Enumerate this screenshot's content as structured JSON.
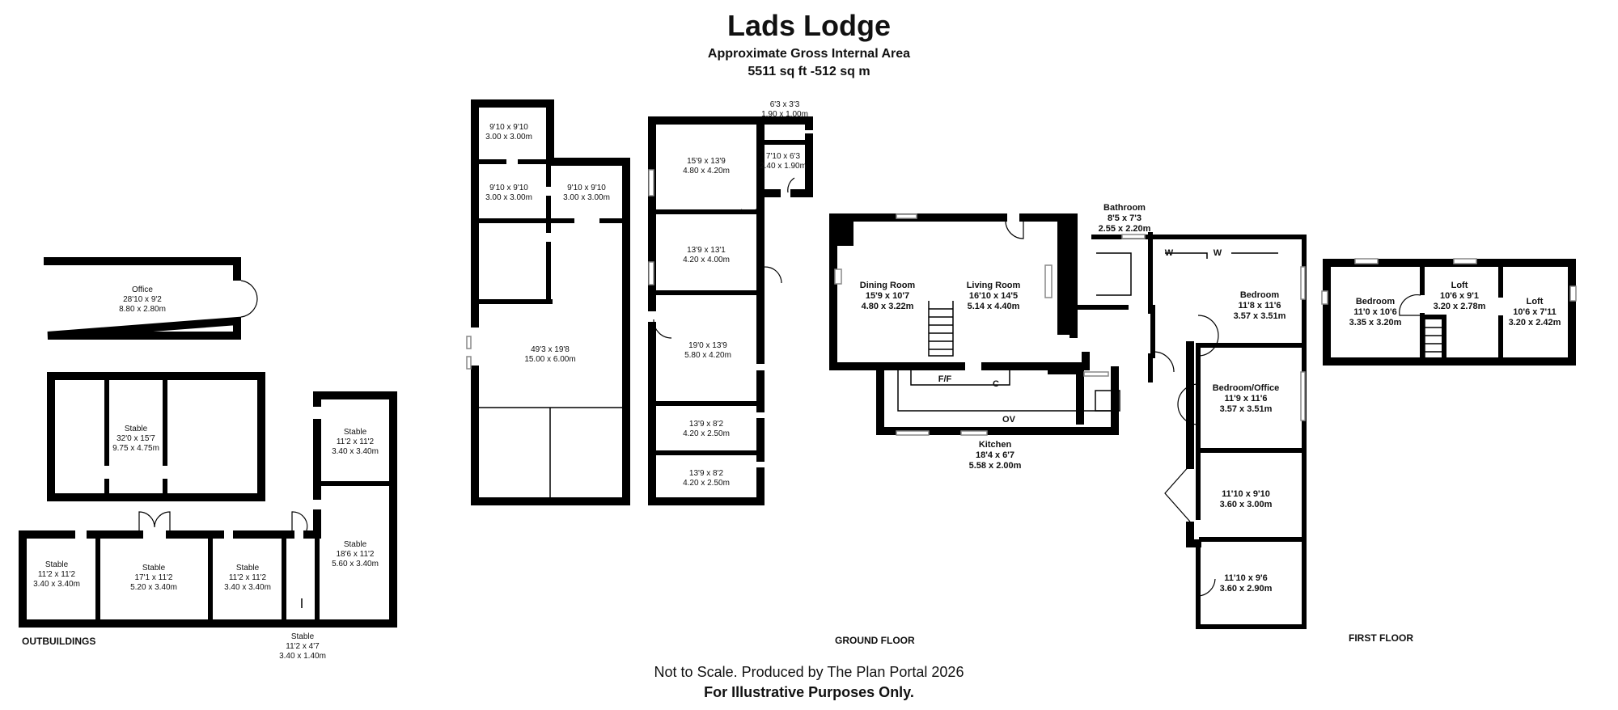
{
  "header": {
    "title": "Lads Lodge",
    "subtitle": "Approximate Gross Internal Area",
    "area": "5511 sq ft -512 sq m"
  },
  "floors": {
    "outbuildings": "OUTBUILDINGS",
    "ground": "GROUND FLOOR",
    "first": "FIRST FLOOR"
  },
  "rooms": {
    "office": [
      "Office",
      "28'10 x 9'2",
      "8.80 x 2.80m"
    ],
    "stable_big": [
      "Stable",
      "32'0 x 15'7",
      "9.75 x 4.75m"
    ],
    "stable_a": [
      "Stable",
      "11'2 x 11'2",
      "3.40 x 3.40m"
    ],
    "stable_b": [
      "Stable",
      "17'1 x 11'2",
      "5.20 x 3.40m"
    ],
    "stable_c": [
      "Stable",
      "11'2 x 11'2",
      "3.40 x 3.40m"
    ],
    "stable_d": [
      "Stable",
      "11'2 x 4'7",
      "3.40 x 1.40m"
    ],
    "stable_e": [
      "Stable",
      "11'2 x 11'2",
      "3.40 x 3.40m"
    ],
    "stable_f": [
      "Stable",
      "18'6 x 11'2",
      "5.60 x 3.40m"
    ],
    "barn_1": [
      "9'10 x 9'10",
      "3.00 x 3.00m"
    ],
    "barn_2": [
      "9'10 x 9'10",
      "3.00 x 3.00m"
    ],
    "barn_3": [
      "9'10 x 9'10",
      "3.00 x 3.00m"
    ],
    "barn_main": [
      "49'3 x 19'8",
      "15.00 x 6.00m"
    ],
    "wing_wc": [
      "6'3 x 3'3",
      "1.90 x 1.00m"
    ],
    "wing_store": [
      "7'10 x 6'3",
      "2.40 x 1.90m"
    ],
    "wing_1": [
      "15'9 x 13'9",
      "4.80 x 4.20m"
    ],
    "wing_2": [
      "13'9 x 13'1",
      "4.20 x 4.00m"
    ],
    "wing_3": [
      "19'0 x 13'9",
      "5.80 x 4.20m"
    ],
    "wing_4": [
      "13'9 x 8'2",
      "4.20 x 2.50m"
    ],
    "wing_5": [
      "13'9 x 8'2",
      "4.20 x 2.50m"
    ],
    "dining": [
      "Dining Room",
      "15'9 x 10'7",
      "4.80 x 3.22m"
    ],
    "living": [
      "Living Room",
      "16'10 x 14'5",
      "5.14 x 4.40m"
    ],
    "bathroom": [
      "Bathroom",
      "8'5 x 7'3",
      "2.55 x 2.20m"
    ],
    "kitchen": [
      "Kitchen",
      "18'4 x 6'7",
      "5.58 x 2.00m"
    ],
    "bedroom_g": [
      "Bedroom",
      "11'8 x 11'6",
      "3.57 x 3.51m"
    ],
    "bedroom_office": [
      "Bedroom/Office",
      "11'9 x 11'6",
      "3.57 x 3.51m"
    ],
    "room_g1": [
      "11'10 x 9'10",
      "3.60 x 3.00m"
    ],
    "room_g2": [
      "11'10 x 9'6",
      "3.60 x 2.90m"
    ],
    "bedroom_f": [
      "Bedroom",
      "11'0 x 10'6",
      "3.35 x 3.20m"
    ],
    "loft_1": [
      "Loft",
      "10'6 x 9'1",
      "3.20 x 2.78m"
    ],
    "loft_2": [
      "Loft",
      "10'6 x 7'11",
      "3.20 x 2.42m"
    ]
  },
  "fixtures": {
    "wardrobe_1": "W",
    "wardrobe_2": "W",
    "fridge_freezer": "F/F",
    "cupboard": "C",
    "oven": "OV"
  },
  "footer": {
    "line1": "Not to Scale. Produced by The Plan Portal 2026",
    "line2": "For Illustrative Purposes Only."
  }
}
